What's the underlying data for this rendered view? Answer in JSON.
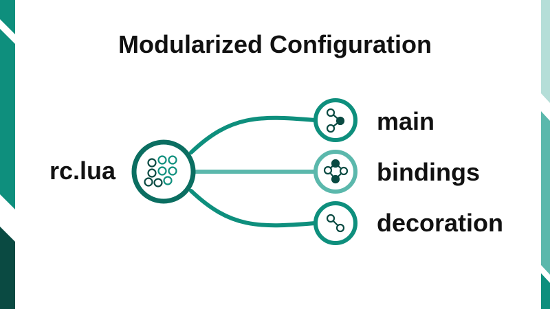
{
  "title": "Modularized Configuration",
  "root": {
    "label": "rc.lua",
    "icon": "module-grid-icon"
  },
  "children": [
    {
      "label": "main",
      "icon": "branch-node-icon"
    },
    {
      "label": "bindings",
      "icon": "network-node-icon"
    },
    {
      "label": "decoration",
      "icon": "link-node-icon"
    }
  ],
  "colors": {
    "primary": "#0e8f7d",
    "primary_dark": "#0b6e61",
    "secondary": "#5bb8ac",
    "light_stripe": "#b5ded8",
    "deep": "#0a4a42",
    "text": "#111111"
  }
}
